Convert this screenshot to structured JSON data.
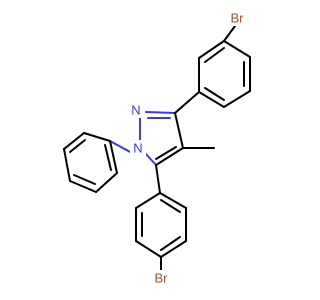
{
  "molecule": {
    "atoms": {
      "br_top": "Br",
      "br_bottom": "Br",
      "n_upper": "N",
      "n_lower": "N"
    },
    "colors": {
      "carbon_bond": "#000000",
      "nitrogen": "#3a3ae6",
      "bromine": "#a0522d"
    }
  }
}
